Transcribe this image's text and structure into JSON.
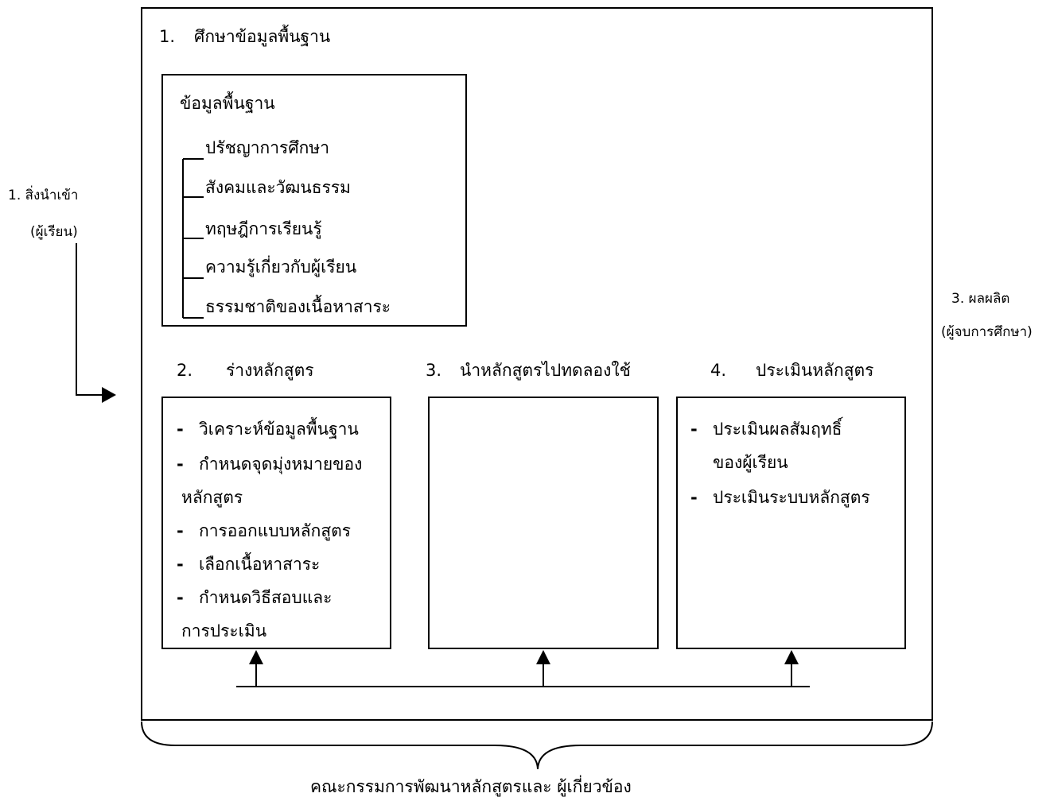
{
  "input": {
    "line1": "1. สิ่งนำเข้า",
    "line2": "(ผู้เรียน)"
  },
  "output": {
    "line1": "3. ผลผลิต",
    "line2": "(ผู้จบการศึกษา)"
  },
  "step1": {
    "number": "1.",
    "title": "ศึกษาข้อมูลพื้นฐาน",
    "box_title": "ข้อมูลพื้นฐาน",
    "items": [
      "ปรัชญาการศึกษา",
      "สังคมและวัฒนธรรม",
      "ทฤษฎีการเรียนรู้",
      "ความรู้เกี่ยวกับผู้เรียน",
      "ธรรมชาติของเนื้อหาสาระ"
    ]
  },
  "step2": {
    "number": "2.",
    "title": "ร่างหลักสูตร",
    "items": [
      "วิเคราะห์ข้อมูลพื้นฐาน",
      "กำหนดจุดมุ่งหมายของ",
      "หลักสูตร",
      "การออกแบบหลักสูตร",
      "เลือกเนื้อหาสาระ",
      "กำหนดวิธีสอบและ",
      "การประเมิน"
    ]
  },
  "step3": {
    "number": "3.",
    "title": "นำหลักสูตรไปทดลองใช้"
  },
  "step4": {
    "number": "4.",
    "title": "ประเมินหลักสูตร",
    "items": [
      "ประเมินผลสัมฤทธิ์",
      "ของผู้เรียน",
      "ประเมินระบบหลักสูตร"
    ]
  },
  "bullet": "-",
  "footer": "คณะกรรมการพัฒนาหลักสูตรและ ผู้เกี่ยวข้อง"
}
